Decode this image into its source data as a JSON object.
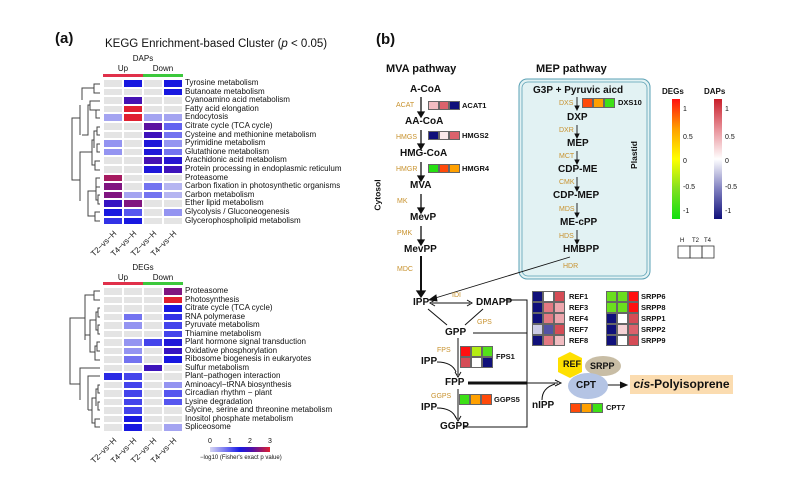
{
  "panel_a": {
    "label": "(a)",
    "title_prefix": "KEGG Enrichment-based Cluster (",
    "title_p": "p",
    "title_suffix": " < 0.05)",
    "columns": [
      "T2−vs−H",
      "T4−vs−H",
      "T2−vs−H",
      "T4−vs−H"
    ],
    "up_label": "Up",
    "down_label": "Down",
    "up_color": "#e0304a",
    "down_color": "#3cc83c",
    "daps": {
      "header": "DAPs",
      "rows": [
        {
          "label": "Tyrosine metabolism",
          "values": [
            null,
            1.5,
            null,
            1.5
          ]
        },
        {
          "label": "Butanoate metabolism",
          "values": [
            null,
            null,
            null,
            1.5
          ]
        },
        {
          "label": "Cyanoamino acid metabolism",
          "values": [
            null,
            2.1,
            null,
            null
          ]
        },
        {
          "label": "Fatty acid elongation",
          "values": [
            null,
            3,
            null,
            null
          ]
        },
        {
          "label": "Endocytosis",
          "values": [
            0.3,
            3,
            0.3,
            0.3
          ]
        },
        {
          "label": "Citrate cycle (TCA cycle)",
          "values": [
            null,
            null,
            2.3,
            0.7
          ]
        },
        {
          "label": "Cysteine and methionine metabolism",
          "values": [
            null,
            null,
            2.0,
            0.6
          ]
        },
        {
          "label": "Pyrimidine metabolism",
          "values": [
            0.4,
            null,
            1.6,
            0.4
          ]
        },
        {
          "label": "Glutathione metabolism",
          "values": [
            0.4,
            null,
            1.6,
            0.6
          ]
        },
        {
          "label": "Arachidonic acid metabolism",
          "values": [
            null,
            null,
            2.1,
            1.7
          ]
        },
        {
          "label": "Protein processing in endoplasmic reticulum",
          "values": [
            null,
            null,
            1.6,
            2.0
          ]
        },
        {
          "label": "Proteasome",
          "values": [
            2.7,
            null,
            null,
            null
          ]
        },
        {
          "label": "Carbon fixation in photosynthetic organisms",
          "values": [
            2.5,
            null,
            0.6,
            0.2
          ]
        },
        {
          "label": "Carbon metabolism",
          "values": [
            2.5,
            0.3,
            0.6,
            0.2
          ]
        },
        {
          "label": "Ether lipid metabolism",
          "values": [
            1.9,
            2.5,
            null,
            null
          ]
        },
        {
          "label": "Glycolysis / Gluconeogenesis",
          "values": [
            1.5,
            0.8,
            null,
            0.4
          ]
        },
        {
          "label": "Glycerophospholipid metabolism",
          "values": [
            1.2,
            1.5,
            null,
            null
          ]
        }
      ]
    },
    "degs": {
      "header": "DEGs",
      "rows": [
        {
          "label": "Proteasome",
          "values": [
            null,
            null,
            null,
            2.5
          ]
        },
        {
          "label": "Photosynthesis",
          "values": [
            null,
            null,
            null,
            3
          ]
        },
        {
          "label": "Citrate cycle (TCA cycle)",
          "values": [
            null,
            null,
            null,
            1.5
          ]
        },
        {
          "label": "RNA polymerase",
          "values": [
            null,
            0.6,
            null,
            1.2
          ]
        },
        {
          "label": "Pyruvate metabolism",
          "values": [
            null,
            0.4,
            null,
            1.0
          ]
        },
        {
          "label": "Thiamine metabolism",
          "values": [
            null,
            null,
            null,
            1.0
          ]
        },
        {
          "label": "Plant hormone signal transduction",
          "values": [
            null,
            0.4,
            1.0,
            1.6
          ]
        },
        {
          "label": "Oxidative phosphorylation",
          "values": [
            null,
            0.4,
            null,
            1.9
          ]
        },
        {
          "label": "Ribosome biogenesis in eukaryotes",
          "values": [
            null,
            0.6,
            null,
            1.5
          ]
        },
        {
          "label": "Sulfur metabolism",
          "values": [
            null,
            null,
            2.0,
            null
          ]
        },
        {
          "label": "Plant−pathogen interaction",
          "values": [
            1.3,
            1.0,
            null,
            null
          ]
        },
        {
          "label": "Aminoacyl−tRNA biosynthesis",
          "values": [
            null,
            1.0,
            null,
            0.4
          ]
        },
        {
          "label": "Circadian rhythm − plant",
          "values": [
            null,
            1.0,
            null,
            0.8
          ]
        },
        {
          "label": "Lysine degradation",
          "values": [
            null,
            1.0,
            null,
            0.8
          ]
        },
        {
          "label": "Glycine, serine and threonine metabolism",
          "values": [
            null,
            1.0,
            null,
            null
          ]
        },
        {
          "label": "Inositol phosphate metabolism",
          "values": [
            null,
            1.5,
            null,
            null
          ]
        },
        {
          "label": "Spliceosome",
          "values": [
            null,
            1.5,
            null,
            0.3
          ]
        }
      ]
    },
    "colorbar": {
      "ticks": [
        "0",
        "1",
        "2",
        "3"
      ],
      "label": "−log10 (Fisher's exact p value)",
      "colors": [
        "#d6d6f2",
        "#5a5af0",
        "#1818e0",
        "#5010a8",
        "#e02030"
      ],
      "na_color": "#e4e4e4"
    }
  },
  "panel_b": {
    "label": "(b)",
    "mva_title": "MVA pathway",
    "mep_title": "MEP pathway",
    "cytosol": "Cytosol",
    "plastid": "Plastid",
    "mva": {
      "metabolites": [
        "A-CoA",
        "AA-CoA",
        "HMG-CoA",
        "MVA",
        "MevP",
        "MevPP"
      ],
      "enzymes": [
        "ACAT",
        "HMGS",
        "HMGR",
        "MK",
        "PMK",
        "MDC"
      ]
    },
    "mep": {
      "metabolites": [
        "G3P + Pyruvic aicd",
        "DXP",
        "MEP",
        "CDP-ME",
        "CDP-MEP",
        "ME-cPP",
        "HMBPP"
      ],
      "enzymes": [
        "DXS",
        "DXR",
        "MCT",
        "CMK",
        "MDS",
        "HDS",
        "HDR"
      ]
    },
    "downstream": {
      "ipp": "IPP",
      "dmapp": "DMAPP",
      "idi": "IDI",
      "gpp": "GPP",
      "gps": "GPS",
      "fps": "FPS",
      "fpp": "FPP",
      "ggps": "GGPS",
      "ggpp": "GGPP",
      "nipp": "nIPP",
      "ref": "REF",
      "srpp": "SRPP",
      "cpt": "CPT",
      "product_italic": "cis",
      "product_rest": "-Polyisoprene"
    },
    "genes": {
      "ACAT1": {
        "type": "DAP",
        "values": [
          [
            0.3,
            0.7,
            -1
          ]
        ]
      },
      "HMGS2": {
        "type": "DAP",
        "values": [
          [
            -1,
            0.1,
            0.7
          ]
        ]
      },
      "HMGR4": {
        "type": "DEG",
        "values": [
          [
            -0.9,
            0.8,
            0.5
          ]
        ]
      },
      "DXS10": {
        "type": "DEG",
        "values": [
          [
            0.8,
            0.5,
            -0.8
          ]
        ]
      },
      "FPS1": {
        "type": "mixed",
        "values": [
          [
            1,
            -0.3,
            -0.7
          ],
          [
            0.8,
            0,
            -1
          ]
        ],
        "row_types": [
          "DEG",
          "DAP"
        ]
      },
      "GGPS5": {
        "type": "DEG",
        "values": [
          [
            -0.8,
            0.5,
            0.8
          ]
        ]
      },
      "CPT7": {
        "type": "DEG",
        "values": [
          [
            0.8,
            0.5,
            -0.8
          ]
        ]
      }
    },
    "ref_genes": [
      {
        "label": "REF1",
        "values": [
          -1,
          0,
          0.8
        ]
      },
      {
        "label": "REF3",
        "values": [
          -1,
          0.6,
          0.4
        ]
      },
      {
        "label": "REF4",
        "values": [
          -1,
          0.6,
          0.4
        ]
      },
      {
        "label": "REF7",
        "values": [
          -0.2,
          -0.7,
          0.8
        ]
      },
      {
        "label": "REF8",
        "values": [
          -1,
          0.6,
          0.3
        ]
      }
    ],
    "srpp_genes": [
      {
        "label": "SRPP6",
        "type": "DEG",
        "values": [
          -0.6,
          -0.6,
          1
        ]
      },
      {
        "label": "SRPP8",
        "type": "DEG",
        "values": [
          -0.6,
          -0.6,
          1
        ]
      },
      {
        "label": "SRPP1",
        "type": "DAP",
        "values": [
          -1,
          0,
          0.8
        ]
      },
      {
        "label": "SRPP2",
        "type": "DAP",
        "values": [
          -1,
          0.2,
          0.7
        ]
      },
      {
        "label": "SRPP9",
        "type": "DAP",
        "values": [
          -1,
          0,
          0.8
        ]
      }
    ],
    "legend": {
      "degs_title": "DEGs",
      "daps_title": "DAPs",
      "ticks": [
        "1",
        "0.5",
        "0",
        "-0.5",
        "-1"
      ],
      "deg_colors": [
        "#ff1010",
        "#ffa000",
        "#ffff00",
        "#80e020",
        "#10e010"
      ],
      "dap_colors": [
        "#c81e2a",
        "#e89098",
        "#ffffff",
        "#8080c0",
        "#10107a"
      ],
      "sample_labels": [
        "H",
        "T2",
        "T4"
      ]
    },
    "colors": {
      "plastid_fill": "#e2f2f3",
      "plastid_stroke": "#5aa0b4",
      "enzyme": "#c8922e",
      "ref": "#ffe000",
      "srpp": "#c8bda5",
      "cpt": "#b4c4e4",
      "product_bg": "#fbdcb0"
    }
  }
}
